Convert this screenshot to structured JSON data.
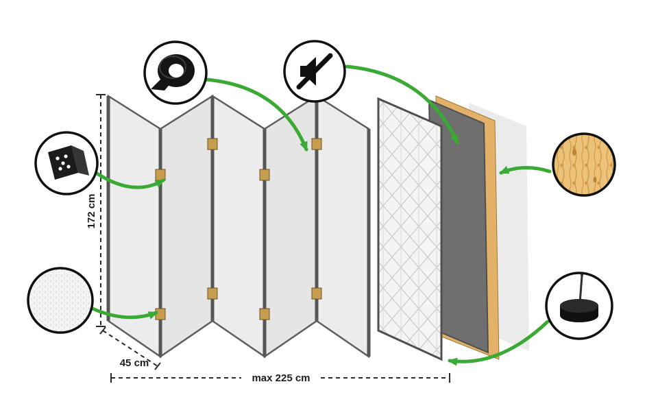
{
  "title": "Folding room divider construction diagram",
  "colors": {
    "arrow": "#3aaa35",
    "panel-fill": "#ececec",
    "panel-fill-alt": "#e5e5e5",
    "panel-edge": "#565656",
    "wood": "#e3b168",
    "dark-panel": "#6f6f6f",
    "ink": "#1d1d1b"
  },
  "dimensions": {
    "height": "172 cm",
    "panel_width": "45 cm",
    "max_width": "max 225 cm"
  },
  "icons": {
    "tape": "tape-roll-icon",
    "mute": "sound-off-icon",
    "hinge": "hinge-icon",
    "fabric": "fabric-texture-icon",
    "wood": "wood-texture-icon",
    "pad": "felt-pad-icon"
  }
}
